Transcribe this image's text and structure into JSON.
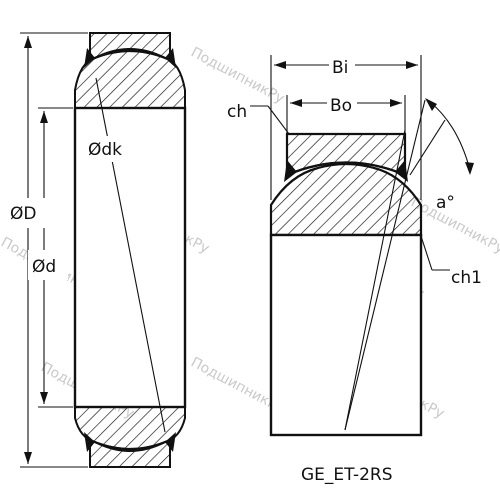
{
  "labels": {
    "outer_diameter": "ØD",
    "bore_diameter": "Ød",
    "sphere_diameter": "Ødk",
    "inner_width": "Bi",
    "outer_width": "Bo",
    "chamfer_outer": "ch",
    "chamfer_inner": "ch1",
    "tilt_angle": "a°",
    "model": "GE_ET-2RS"
  },
  "watermark": "ПодшипникРу",
  "colors": {
    "line": "#111111",
    "watermark": "#c9c9c9"
  }
}
